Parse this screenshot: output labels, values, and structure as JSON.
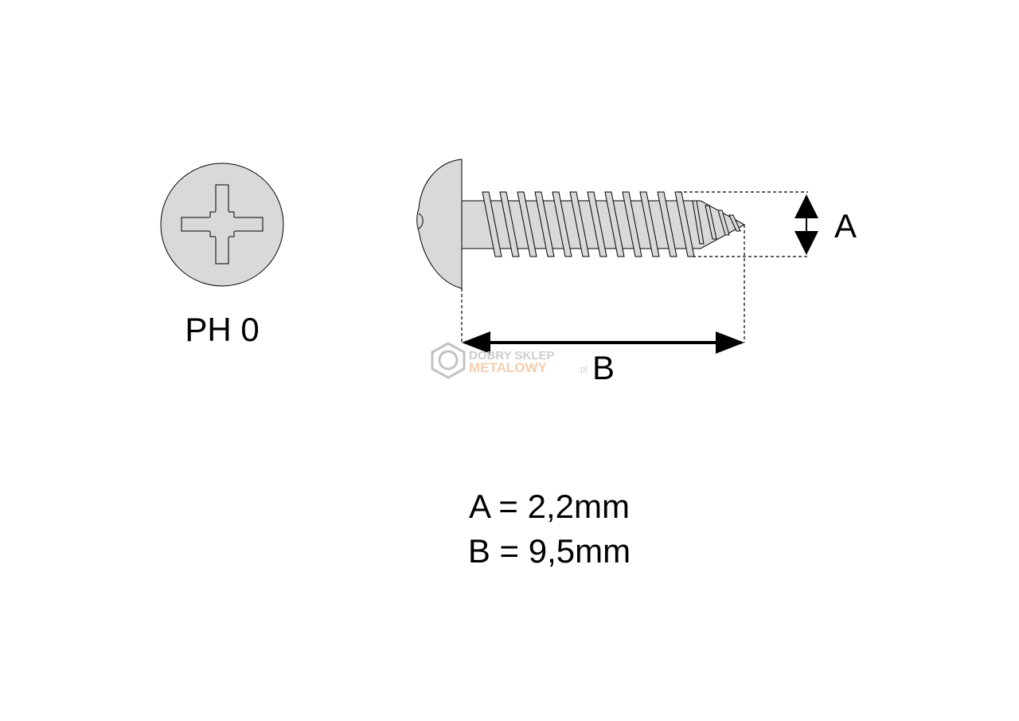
{
  "head_view": {
    "drive_label": "PH 0",
    "fill_color": "#d9d9d9"
  },
  "side_view": {
    "dim_a_label": "A",
    "dim_b_label": "B",
    "fill_color": "#d9d9d9"
  },
  "watermark": {
    "line1": "DOBRY SKLEP",
    "line2": "METALOWY",
    "suffix": ".pl",
    "accent_color": "#f5c9a8"
  },
  "specs": {
    "a_line": "A = 2,2mm",
    "b_line": "B = 9,5mm"
  }
}
